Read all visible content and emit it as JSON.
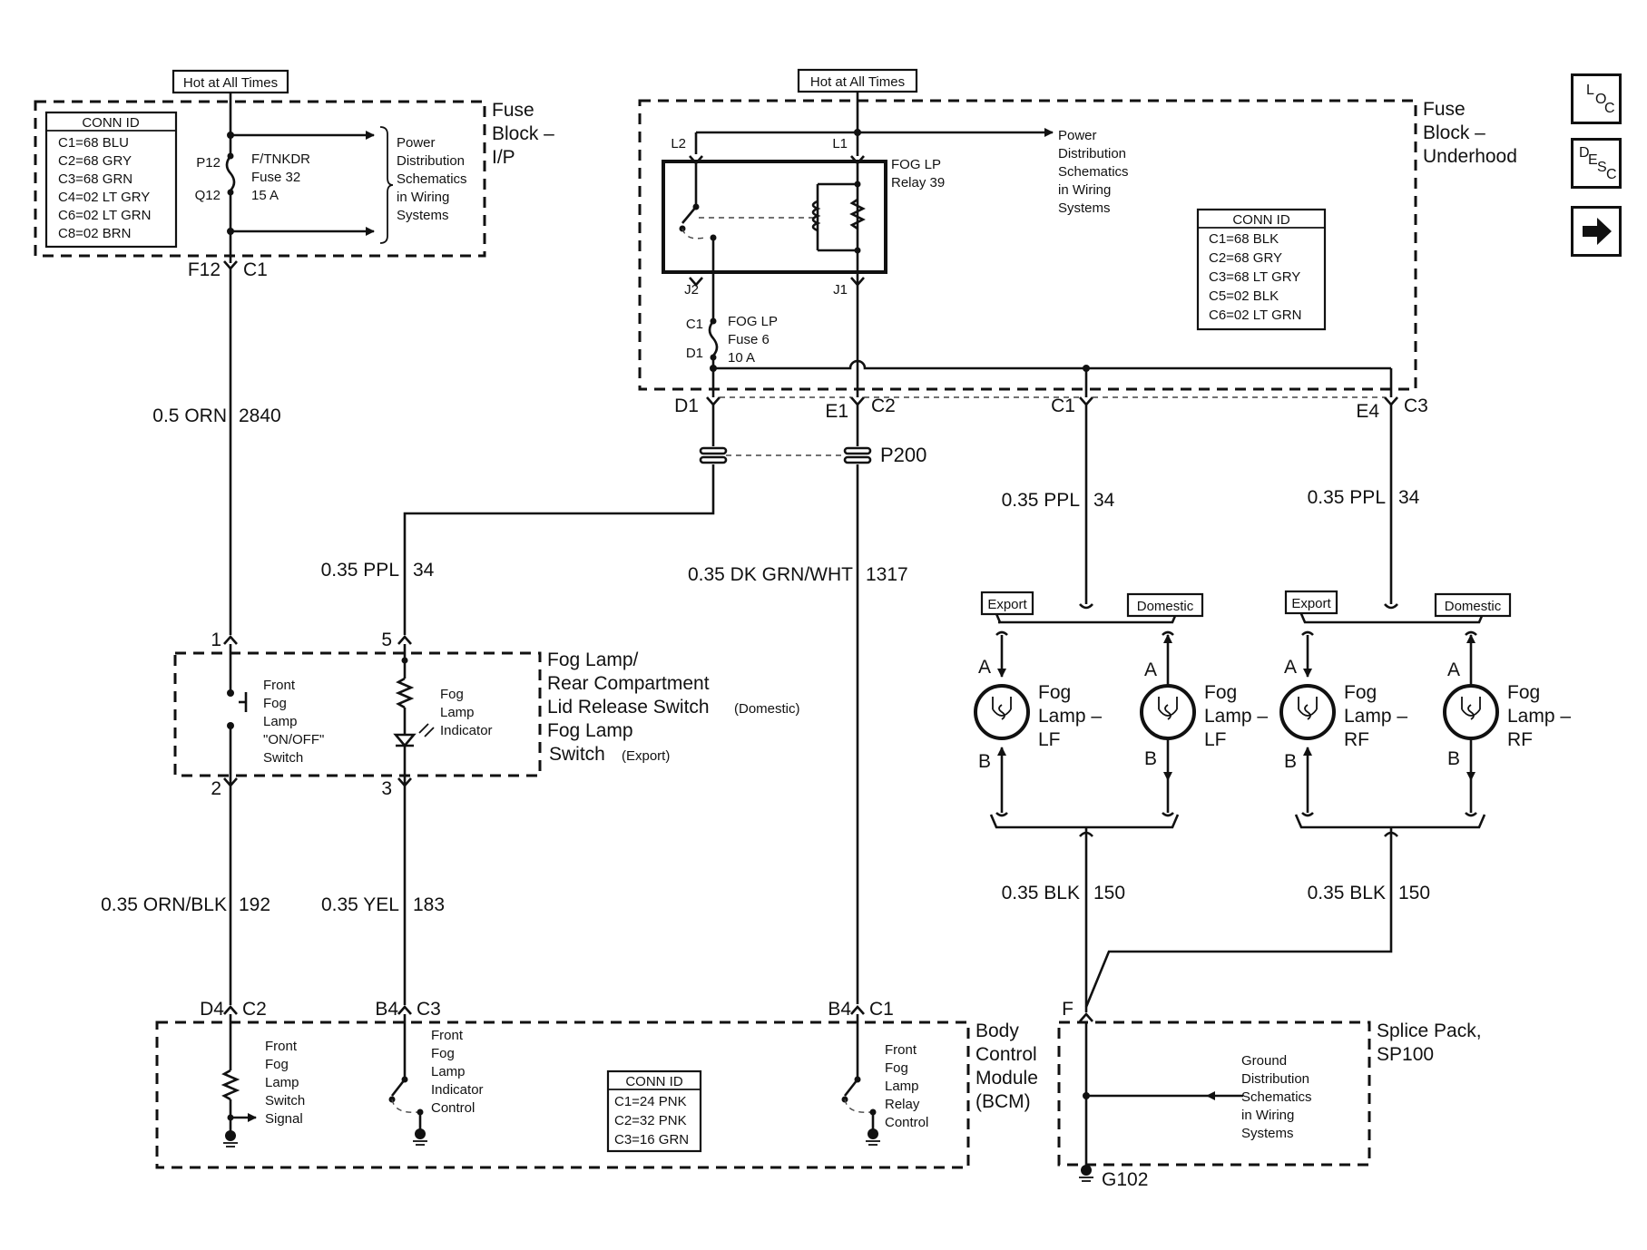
{
  "fuse_block_ip": {
    "hot_label": "Hot at All Times",
    "title_line1": "Fuse",
    "title_line2": "Block –",
    "title_line3": "I/P",
    "conn_id": {
      "header": "CONN ID",
      "rows": [
        "C1=68 BLU",
        "C2=68 GRY",
        "C3=68 GRN",
        "C4=02 LT GRY",
        "C6=02 LT GRN",
        "C8=02 BRN"
      ]
    },
    "p_label": "P12",
    "q_label": "Q12",
    "fuse_text": [
      "F/TNKDR",
      "Fuse 32",
      "15 A"
    ],
    "power_text": [
      "Power",
      "Distribution",
      "Schematics",
      "in Wiring",
      "Systems"
    ],
    "out_pin": "F12",
    "out_conn": "C1"
  },
  "fuse_block_underhood": {
    "hot_label": "Hot at All Times",
    "title_line1": "Fuse",
    "title_line2": "Block –",
    "title_line3": "Underhood",
    "l2": "L2",
    "l1": "L1",
    "j2": "J2",
    "j1": "J1",
    "relay_text": [
      "FOG LP",
      "Relay 39"
    ],
    "power_text": [
      "Power",
      "Distribution",
      "Schematics",
      "in Wiring",
      "Systems"
    ],
    "fuse_c1": "C1",
    "fuse_d1": "D1",
    "fuse_text": [
      "FOG LP",
      "Fuse 6",
      "10 A"
    ],
    "conn_id": {
      "header": "CONN ID",
      "rows": [
        "C1=68 BLK",
        "C2=68 GRY",
        "C3=68 LT GRY",
        "C5=02 BLK",
        "C6=02 LT GRN"
      ]
    },
    "out_d1": "D1",
    "out_e1": "E1",
    "out_c2": "C2",
    "out_c1": "C1",
    "out_e4": "E4",
    "out_c3": "C3"
  },
  "p200": "P200",
  "wires": {
    "w2840": {
      "gauge": "0.5 ORN",
      "circuit": "2840"
    },
    "w34a": {
      "gauge": "0.35 PPL",
      "circuit": "34"
    },
    "w1317": {
      "gauge": "0.35 DK GRN/WHT",
      "circuit": "1317"
    },
    "w34b": {
      "gauge": "0.35 PPL",
      "circuit": "34"
    },
    "w34c": {
      "gauge": "0.35 PPL",
      "circuit": "34"
    },
    "w192": {
      "gauge": "0.35 ORN/BLK",
      "circuit": "192"
    },
    "w183": {
      "gauge": "0.35 YEL",
      "circuit": "183"
    },
    "w150a": {
      "gauge": "0.35 BLK",
      "circuit": "150"
    },
    "w150b": {
      "gauge": "0.35 BLK",
      "circuit": "150"
    }
  },
  "switch": {
    "pin1": "1",
    "pin5": "5",
    "pin2": "2",
    "pin3": "3",
    "front_text": [
      "Front",
      "Fog",
      "Lamp",
      "\"ON/OFF\"",
      "Switch"
    ],
    "indicator_text": [
      "Fog",
      "Lamp",
      "Indicator"
    ],
    "title1": "Fog Lamp/",
    "title2": "Rear Compartment",
    "title3a": "Lid Release Switch",
    "title3b": "(Domestic)",
    "title4": "Fog Lamp",
    "title5a": "Switch",
    "title5b": "(Export)"
  },
  "lamps": {
    "export": "Export",
    "domestic": "Domestic",
    "pin_a": "A",
    "pin_b": "B",
    "lf_text": [
      "Fog",
      "Lamp –",
      "LF"
    ],
    "rf_text": [
      "Fog",
      "Lamp –",
      "RF"
    ]
  },
  "bcm": {
    "d4": "D4",
    "c2": "C2",
    "b4a": "B4",
    "c3": "C3",
    "b4b": "B4",
    "c1": "C1",
    "signal_text": [
      "Front",
      "Fog",
      "Lamp",
      "Switch",
      "Signal"
    ],
    "indicator_text": [
      "Front",
      "Fog",
      "Lamp",
      "Indicator",
      "Control"
    ],
    "relay_text": [
      "Front",
      "Fog",
      "Lamp",
      "Relay",
      "Control"
    ],
    "conn_id": {
      "header": "CONN ID",
      "rows": [
        "C1=24 PNK",
        "C2=32 PNK",
        "C3=16 GRN"
      ]
    },
    "title": [
      "Body",
      "Control",
      "Module",
      "(BCM)"
    ]
  },
  "splice": {
    "pin_f": "F",
    "title1": "Splice Pack,",
    "title2": "SP100",
    "ground_text": [
      "Ground",
      "Distribution",
      "Schematics",
      "in Wiring",
      "Systems"
    ],
    "g102": "G102"
  },
  "nav": {
    "loc": [
      "L",
      "O",
      "C"
    ],
    "desc": [
      "D",
      "E",
      "S",
      "C"
    ],
    "next_icon": "right-arrow-icon"
  }
}
